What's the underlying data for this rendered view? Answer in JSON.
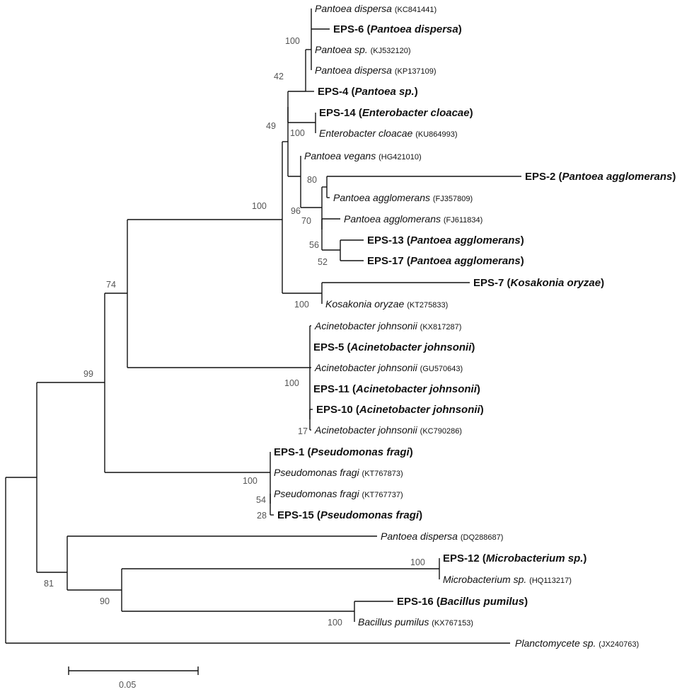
{
  "figure": {
    "scale_bar_label": "0.05",
    "taxa": [
      {
        "id": "t1",
        "name": "Pantoea dispersa",
        "acc": "(KC841441)",
        "bold": false
      },
      {
        "id": "t2",
        "name": "EPS-6",
        "species": "Pantoea dispersa",
        "bold": true
      },
      {
        "id": "t3",
        "name": "Pantoea sp.",
        "acc": "(KJ532120)",
        "bold": false
      },
      {
        "id": "t4",
        "name": "Pantoea dispersa",
        "acc": "(KP137109)",
        "bold": false
      },
      {
        "id": "t5",
        "name": "EPS-4",
        "species": "Pantoea sp.",
        "bold": true
      },
      {
        "id": "t6",
        "name": "EPS-14",
        "species": "Enterobacter cloacae",
        "bold": true
      },
      {
        "id": "t7",
        "name": "Enterobacter cloacae",
        "acc": "(KU864993)",
        "bold": false
      },
      {
        "id": "t8",
        "name": "Pantoea vegans",
        "acc": "(HG421010)",
        "bold": false
      },
      {
        "id": "t9",
        "name": "EPS-2",
        "species": "Pantoea agglomerans",
        "bold": true
      },
      {
        "id": "t10",
        "name": "Pantoea agglomerans",
        "acc": "(FJ357809)",
        "bold": false
      },
      {
        "id": "t11",
        "name": "Pantoea agglomerans",
        "acc": "(FJ611834)",
        "bold": false
      },
      {
        "id": "t12",
        "name": "EPS-13",
        "species": "Pantoea agglomerans",
        "bold": true
      },
      {
        "id": "t13",
        "name": "EPS-17",
        "species": "Pantoea agglomerans",
        "bold": true
      },
      {
        "id": "t14",
        "name": "EPS-7",
        "species": "Kosakonia oryzae",
        "bold": true
      },
      {
        "id": "t15",
        "name": "Kosakonia oryzae",
        "acc": "(KT275833)",
        "bold": false
      },
      {
        "id": "t16",
        "name": "Acinetobacter johnsonii",
        "acc": "(KX817287)",
        "bold": false
      },
      {
        "id": "t17",
        "name": "EPS-5",
        "species": "Acinetobacter johnsonii",
        "bold": true
      },
      {
        "id": "t18",
        "name": "Acinetobacter johnsonii",
        "acc": "(GU570643)",
        "bold": false
      },
      {
        "id": "t19",
        "name": "EPS-11",
        "species": "Acinetobacter johnsonii",
        "bold": true
      },
      {
        "id": "t20",
        "name": "EPS-10",
        "species": "Acinetobacter johnsonii",
        "bold": true
      },
      {
        "id": "t21",
        "name": "Acinetobacter johnsonii",
        "acc": "(KC790286)",
        "bold": false
      },
      {
        "id": "t22",
        "name": "EPS-1",
        "species": "Pseudomonas fragi",
        "bold": true
      },
      {
        "id": "t23",
        "name": "Pseudomonas fragi",
        "acc": "(KT767873)",
        "bold": false
      },
      {
        "id": "t24",
        "name": "Pseudomonas fragi",
        "acc": "(KT767737)",
        "bold": false
      },
      {
        "id": "t25",
        "name": "EPS-15",
        "species": "Pseudomonas fragi",
        "bold": true
      },
      {
        "id": "t26",
        "name": "Pantoea dispersa",
        "acc": "(DQ288687)",
        "bold": false
      },
      {
        "id": "t27",
        "name": "EPS-12",
        "species": "Microbacterium sp.",
        "bold": true
      },
      {
        "id": "t28",
        "name": "Microbacterium sp.",
        "acc": "(HQ113217)",
        "bold": false
      },
      {
        "id": "t29",
        "name": "EPS-16",
        "species": "Bacillus pumilus",
        "bold": true
      },
      {
        "id": "t30",
        "name": "Bacillus pumilus",
        "acc": "(KX767153)",
        "bold": false
      },
      {
        "id": "t31",
        "name": "Planctomycete sp.",
        "acc": "(JX240763)",
        "bold": false
      }
    ],
    "supports": [
      {
        "id": "s_root_a",
        "value": "81"
      },
      {
        "id": "s_99",
        "value": "99"
      },
      {
        "id": "s_74",
        "value": "74"
      },
      {
        "id": "s_100_ent",
        "value": "100"
      },
      {
        "id": "s_49",
        "value": "49"
      },
      {
        "id": "s_42",
        "value": "42"
      },
      {
        "id": "s_100_pd",
        "value": "100"
      },
      {
        "id": "s_100_ec",
        "value": "100"
      },
      {
        "id": "s_96",
        "value": "96"
      },
      {
        "id": "s_80",
        "value": "80"
      },
      {
        "id": "s_70",
        "value": "70"
      },
      {
        "id": "s_56",
        "value": "56"
      },
      {
        "id": "s_52",
        "value": "52"
      },
      {
        "id": "s_100_ko",
        "value": "100"
      },
      {
        "id": "s_100_aj",
        "value": "100"
      },
      {
        "id": "s_17",
        "value": "17"
      },
      {
        "id": "s_100_pf",
        "value": "100"
      },
      {
        "id": "s_54",
        "value": "54"
      },
      {
        "id": "s_28",
        "value": "28"
      },
      {
        "id": "s_90",
        "value": "90"
      },
      {
        "id": "s_100_mb",
        "value": "100"
      },
      {
        "id": "s_100_bp",
        "value": "100"
      }
    ]
  }
}
